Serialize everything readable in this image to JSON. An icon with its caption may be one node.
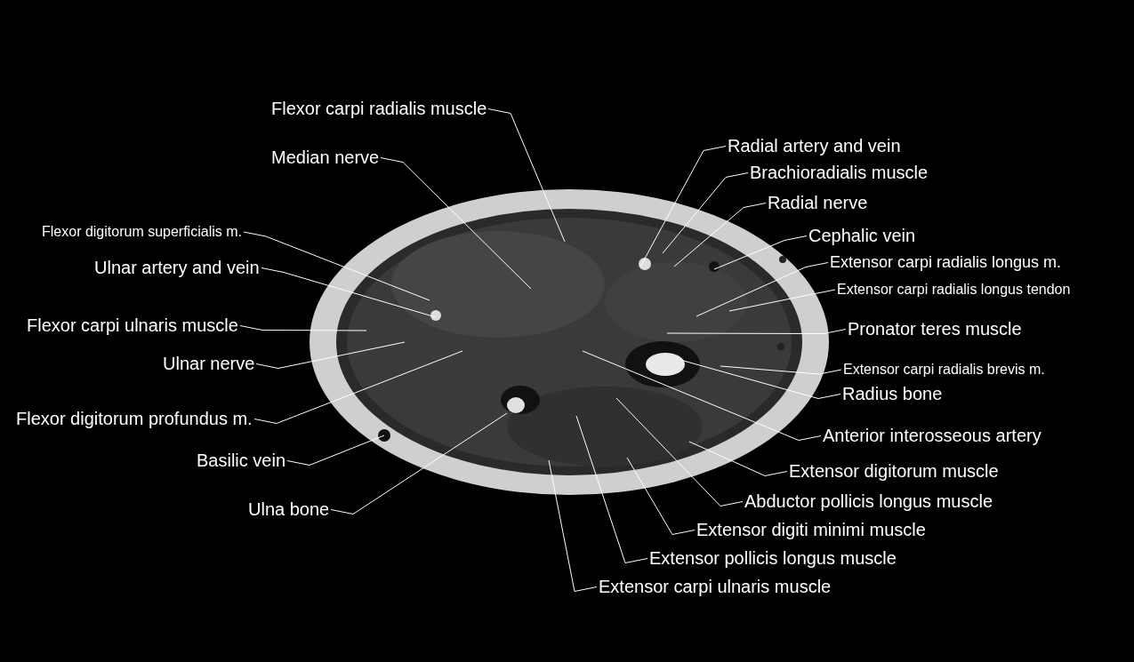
{
  "diagram": {
    "nodes": [
      {
        "text": [
          "Flexor carpi radialis muscle"
        ]
      },
      {
        "text": [
          "Median nerve"
        ]
      },
      {
        "text": [
          "Flexor digitorum superficialis m."
        ]
      },
      {
        "text": [
          "Ulnar artery and vein"
        ]
      },
      {
        "text": [
          "Flexor carpi ulnaris muscle"
        ]
      },
      {
        "text": [
          "Ulnar nerve"
        ]
      },
      {
        "text": [
          "Flexor digitorum profundus m."
        ]
      },
      {
        "text": [
          "Basilic vein"
        ]
      },
      {
        "text": [
          "Ulna bone"
        ]
      },
      {
        "text": [
          "Radial artery and vein"
        ]
      },
      {
        "text": [
          "Brachioradialis muscle"
        ]
      },
      {
        "text": [
          "Radial nerve"
        ]
      },
      {
        "text": [
          "Cephalic vein"
        ]
      },
      {
        "text": [
          "Extensor carpi radialis longus m."
        ]
      },
      {
        "text": [
          "Extensor carpi radialis longus tendon"
        ]
      },
      {
        "text": [
          "Pronator teres muscle"
        ]
      },
      {
        "text": [
          "Extensor carpi radialis brevis m."
        ]
      },
      {
        "text": [
          "Radius bone"
        ]
      },
      {
        "text": [
          "Anterior interosseous artery"
        ]
      },
      {
        "text": [
          "Extensor digitorum muscle"
        ]
      },
      {
        "text": [
          "Abductor pollicis longus muscle"
        ]
      },
      {
        "text": [
          "Extensor digiti minimi muscle"
        ]
      },
      {
        "text": [
          "Extensor pollicis longus muscle"
        ]
      },
      {
        "text": [
          "Extensor carpi ulnaris muscle"
        ]
      }
    ],
    "edges": [
      {
        "from": 0,
        "to": null,
        "arrow": "none"
      },
      {
        "from": 1,
        "to": null,
        "arrow": "none"
      },
      {
        "from": 2,
        "to": null,
        "arrow": "none"
      },
      {
        "from": 3,
        "to": null,
        "arrow": "none"
      },
      {
        "from": 4,
        "to": null,
        "arrow": "none"
      },
      {
        "from": 5,
        "to": null,
        "arrow": "none"
      },
      {
        "from": 6,
        "to": null,
        "arrow": "none"
      },
      {
        "from": 7,
        "to": null,
        "arrow": "none"
      },
      {
        "from": 8,
        "to": null,
        "arrow": "none"
      },
      {
        "from": 9,
        "to": null,
        "arrow": "none"
      },
      {
        "from": 10,
        "to": null,
        "arrow": "none"
      },
      {
        "from": 11,
        "to": null,
        "arrow": "none"
      },
      {
        "from": 12,
        "to": null,
        "arrow": "none"
      },
      {
        "from": 13,
        "to": null,
        "arrow": "none"
      },
      {
        "from": 14,
        "to": null,
        "arrow": "none"
      },
      {
        "from": 15,
        "to": null,
        "arrow": "none"
      },
      {
        "from": 16,
        "to": null,
        "arrow": "none"
      },
      {
        "from": 17,
        "to": null,
        "arrow": "none"
      },
      {
        "from": 18,
        "to": null,
        "arrow": "none"
      },
      {
        "from": 19,
        "to": null,
        "arrow": "none"
      },
      {
        "from": 20,
        "to": null,
        "arrow": "none"
      },
      {
        "from": 21,
        "to": null,
        "arrow": "none"
      },
      {
        "from": 22,
        "to": null,
        "arrow": "none"
      },
      {
        "from": 23,
        "to": null,
        "arrow": "none"
      }
    ]
  }
}
